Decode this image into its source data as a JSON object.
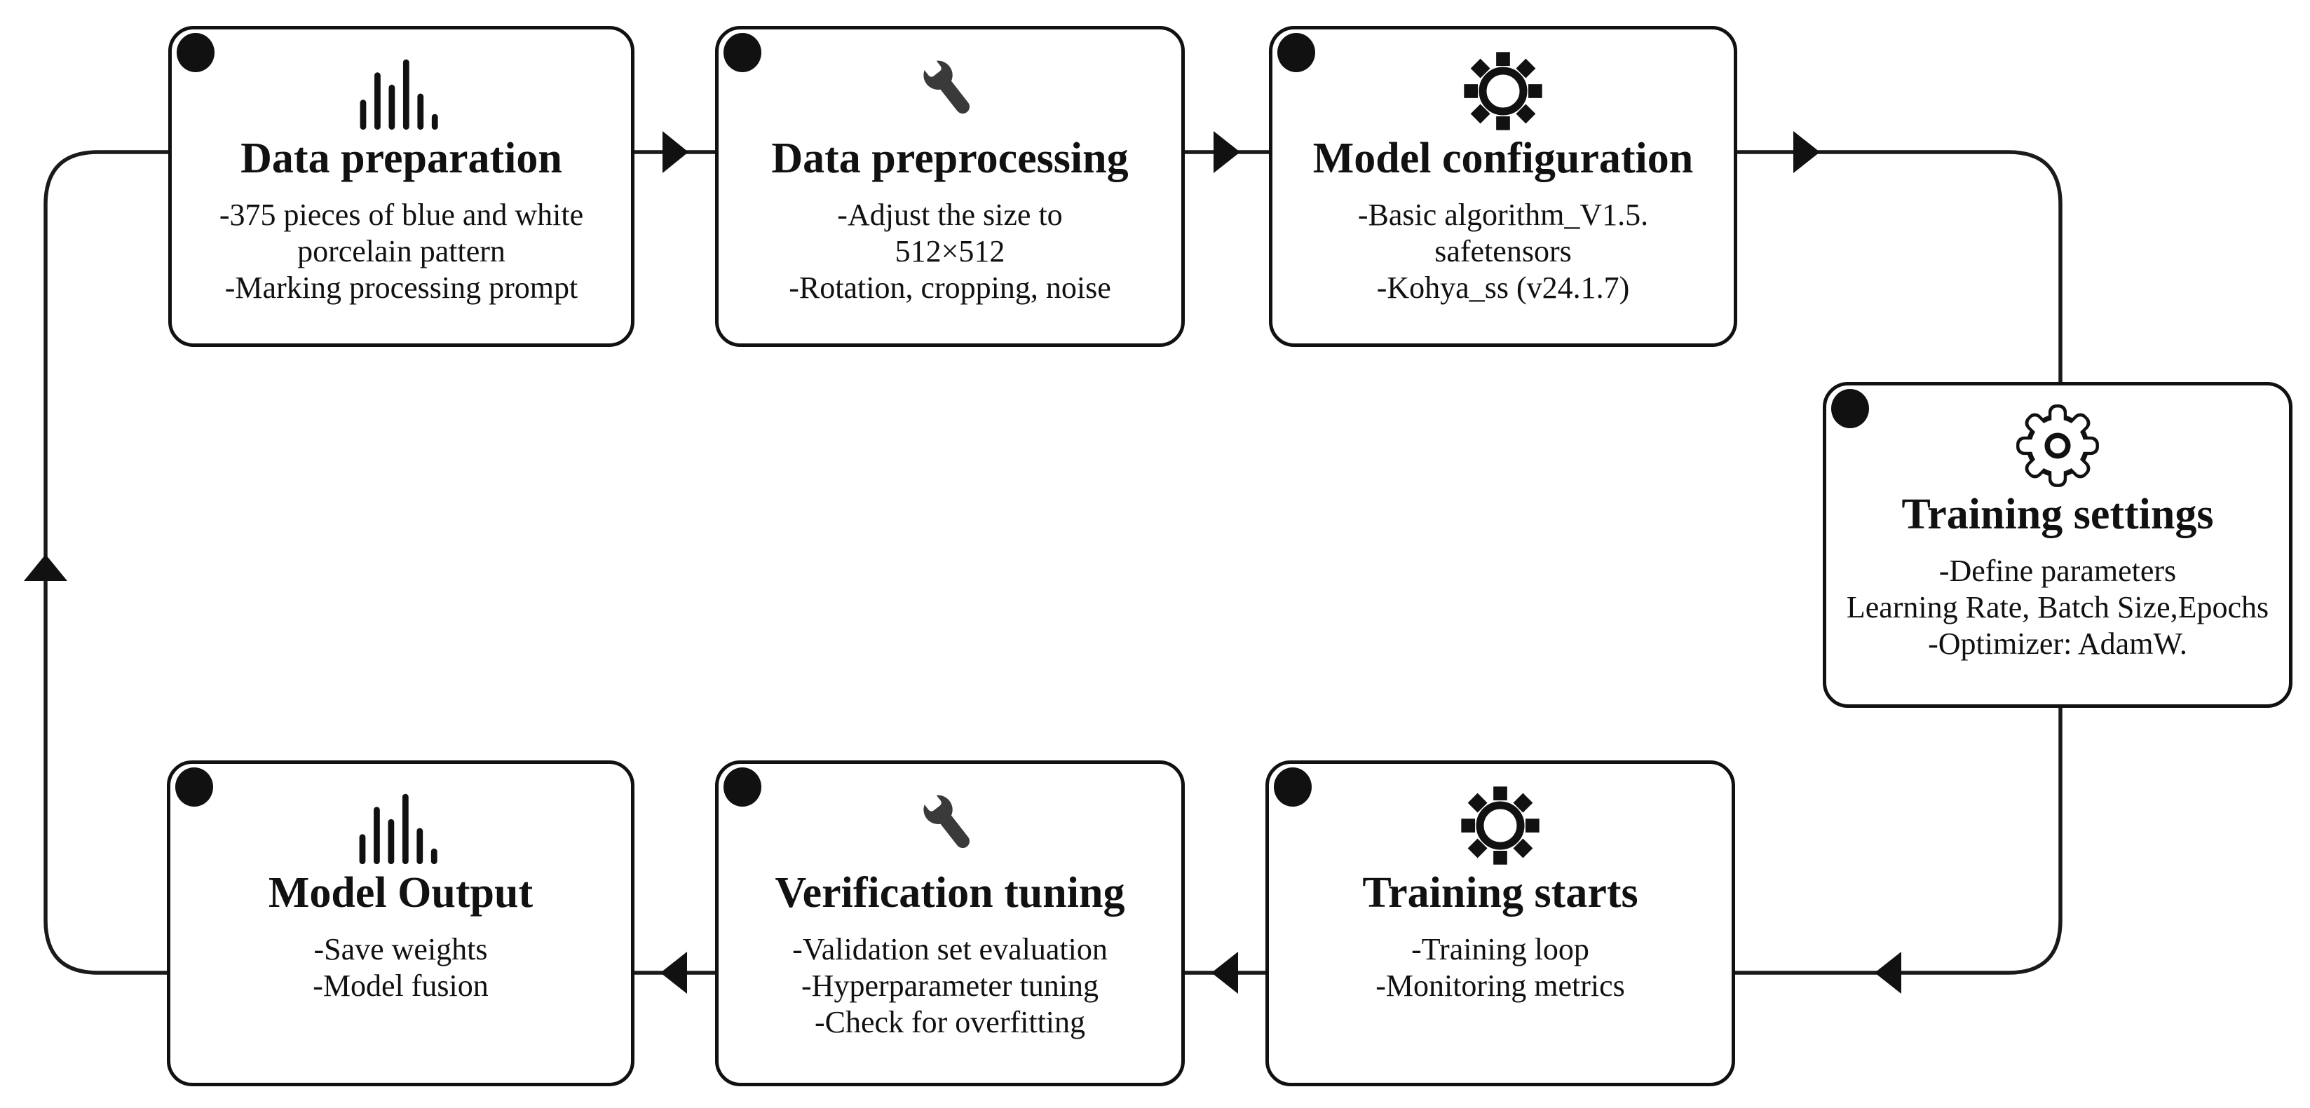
{
  "diagram": {
    "type": "cyclic-flowchart",
    "background": "#ffffff",
    "colors": {
      "line": "#1a1a1a",
      "box_border": "#111111",
      "box_fill": "#ffffff",
      "text": "#111111",
      "corner_dot": "#111111",
      "wrench_icon": "#3a3a3a",
      "dark_icon": "#111111"
    },
    "flow_order": [
      "Data preparation",
      "Data preprocessing",
      "Model configuration",
      "Training settings",
      "Training starts",
      "Verification tuning",
      "Model Output",
      "Data preparation"
    ],
    "arrow_directions": {
      "top_row": "left-to-right",
      "right_side": "downward",
      "bottom_row": "right-to-left",
      "left_side": "upward"
    }
  },
  "boxes": [
    {
      "id": "data-preparation",
      "title": "Data preparation",
      "icon": "bar-chart-icon",
      "lines": [
        "-375 pieces of blue and white",
        "porcelain pattern",
        "-Marking processing prompt"
      ]
    },
    {
      "id": "data-preprocessing",
      "title": "Data preprocessing",
      "icon": "wrench-icon",
      "lines": [
        "-Adjust the size to",
        "512×512",
        "-Rotation, cropping, noise"
      ]
    },
    {
      "id": "model-configuration",
      "title": "Model configuration",
      "icon": "gear-filled-icon",
      "lines": [
        "-Basic algorithm_V1.5.",
        "safetensors",
        "-Kohya_ss (v24.1.7)"
      ]
    },
    {
      "id": "training-settings",
      "title": "Training settings",
      "icon": "gear-outline-icon",
      "lines": [
        "-Define parameters",
        "Learning Rate, Batch Size,Epochs",
        "-Optimizer: AdamW."
      ]
    },
    {
      "id": "training-starts",
      "title": "Training starts",
      "icon": "gear-filled-icon",
      "lines": [
        "-Training loop",
        "-Monitoring metrics"
      ]
    },
    {
      "id": "verification-tuning",
      "title": "Verification tuning",
      "icon": "wrench-icon",
      "lines": [
        "-Validation set evaluation",
        "-Hyperparameter tuning",
        "-Check for overfitting"
      ]
    },
    {
      "id": "model-output",
      "title": "Model Output",
      "icon": "bar-chart-icon",
      "lines": [
        "-Save weights",
        "-Model fusion"
      ]
    }
  ]
}
